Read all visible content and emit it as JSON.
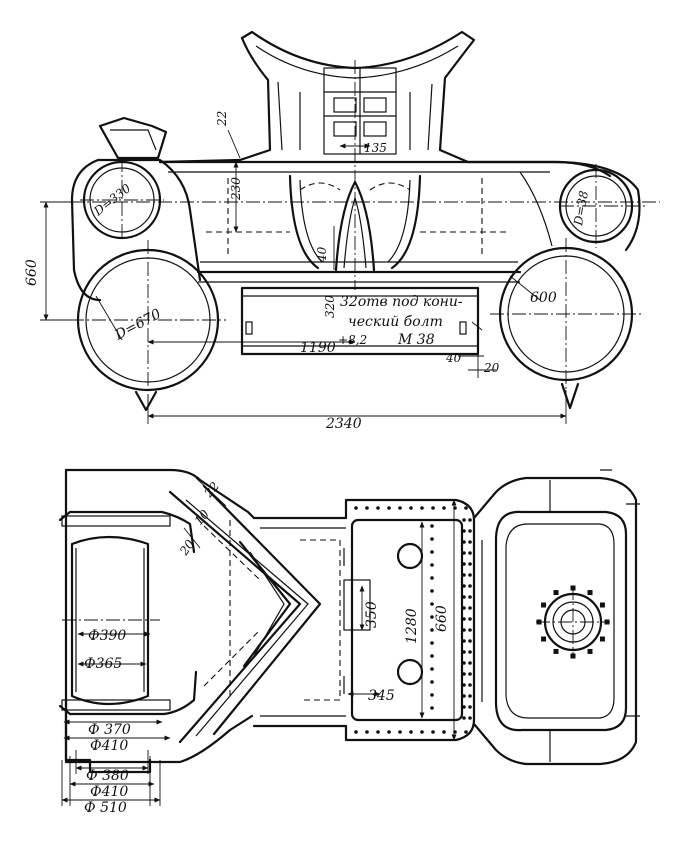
{
  "top_view": {
    "dims": {
      "d22": "22",
      "d230": "230",
      "d135": "135",
      "d_left_circle": "D=330",
      "d_right_circle": "D=38",
      "d660": "660",
      "d40": "40",
      "d320": "320",
      "dia_left_big": "D=670",
      "dia_right_big": "600",
      "bolt_note_line1": "32отв под кони-",
      "bolt_note_line2": "ческий болт",
      "bolt_note_line3": "М 38",
      "d1190": "1190",
      "d1190_tol": "+8,2",
      "d40_right": "40",
      "d20": "20",
      "d2340": "2340"
    }
  },
  "plan_view": {
    "dims": {
      "d22": "22",
      "d10": "10",
      "d20": "20",
      "phi390": "Ф390",
      "phi365": "Ф365",
      "d350": "350",
      "d1280": "1280",
      "d660": "660",
      "d345": "345",
      "phi370": "Ф 370",
      "phi410_a": "Ф410",
      "phi380": "Ф 380",
      "phi410_b": "Ф410",
      "phi510": "Ф 510"
    }
  }
}
